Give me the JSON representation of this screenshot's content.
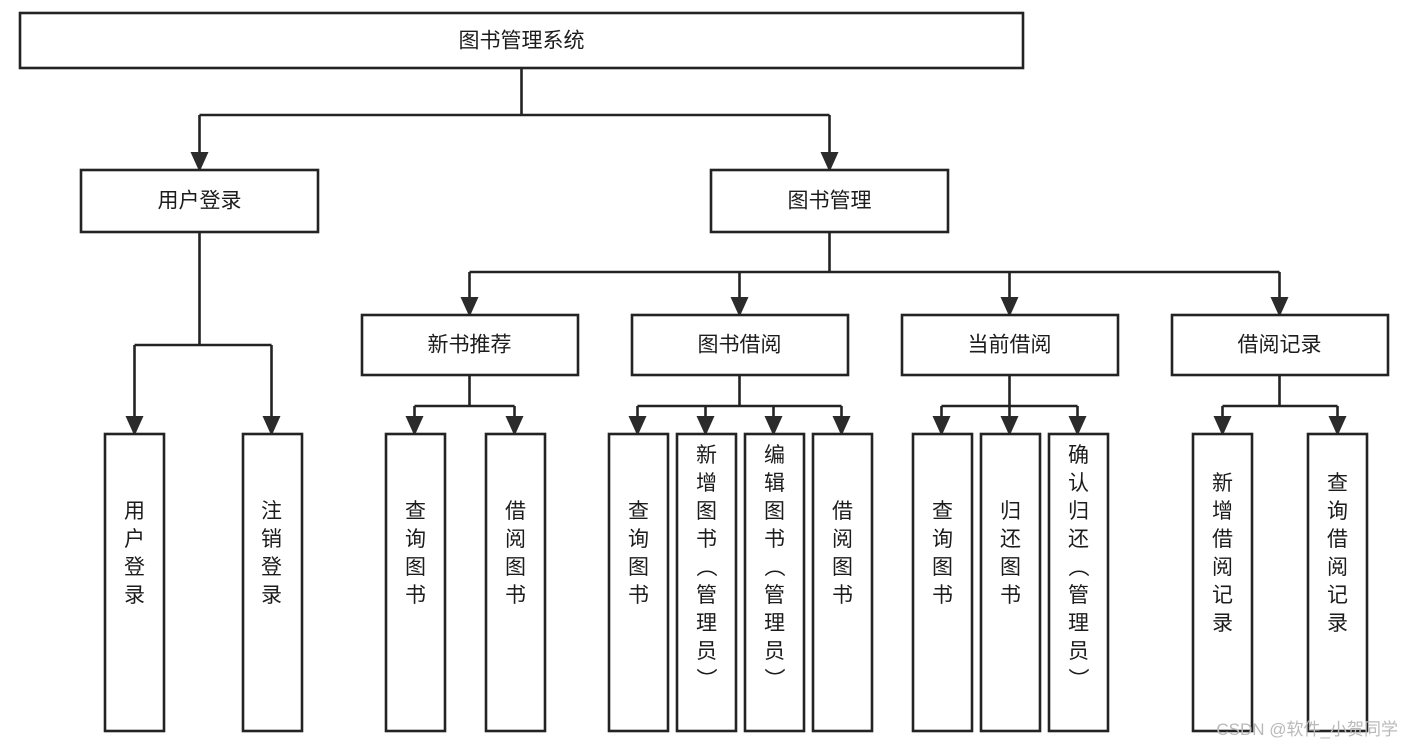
{
  "diagram": {
    "title": "图书管理系统",
    "type": "tree-hierarchy-diagram",
    "orientation": "top-down",
    "colors": {
      "box_fill": "#ffffff",
      "box_stroke": "#232323",
      "text": "#1c1c1c",
      "arrow": "#2b2b2b",
      "background": "#ffffff",
      "watermark": "#b9b9b9"
    },
    "root": {
      "label": "图书管理系统",
      "orientation": "horizontal"
    },
    "level2": [
      {
        "label": "用户登录",
        "orientation": "horizontal"
      },
      {
        "label": "图书管理",
        "orientation": "horizontal"
      }
    ],
    "level3": [
      {
        "label": "新书推荐",
        "orientation": "horizontal"
      },
      {
        "label": "图书借阅",
        "orientation": "horizontal"
      },
      {
        "label": "当前借阅",
        "orientation": "horizontal"
      },
      {
        "label": "借阅记录",
        "orientation": "horizontal"
      }
    ],
    "leaves": {
      "user_login": [
        {
          "label": "用户登录",
          "orientation": "vertical"
        },
        {
          "label": "注销登录",
          "orientation": "vertical"
        }
      ],
      "new_book_recommend": [
        {
          "label": "查询图书",
          "orientation": "vertical"
        },
        {
          "label": "借阅图书",
          "orientation": "vertical"
        }
      ],
      "book_borrow": [
        {
          "label": "查询图书",
          "orientation": "vertical"
        },
        {
          "label": "新增图书（管理员）",
          "orientation": "vertical"
        },
        {
          "label": "编辑图书（管理员）",
          "orientation": "vertical"
        },
        {
          "label": "借阅图书",
          "orientation": "vertical"
        }
      ],
      "current_borrow": [
        {
          "label": "查询图书",
          "orientation": "vertical"
        },
        {
          "label": "归还图书",
          "orientation": "vertical"
        },
        {
          "label": "确认归还（管理员）",
          "orientation": "vertical"
        }
      ],
      "borrow_record": [
        {
          "label": "新增借阅记录",
          "orientation": "vertical"
        },
        {
          "label": "查询借阅记录",
          "orientation": "vertical"
        }
      ]
    }
  },
  "watermark": {
    "text": "CSDN @软件_小贺同学"
  }
}
